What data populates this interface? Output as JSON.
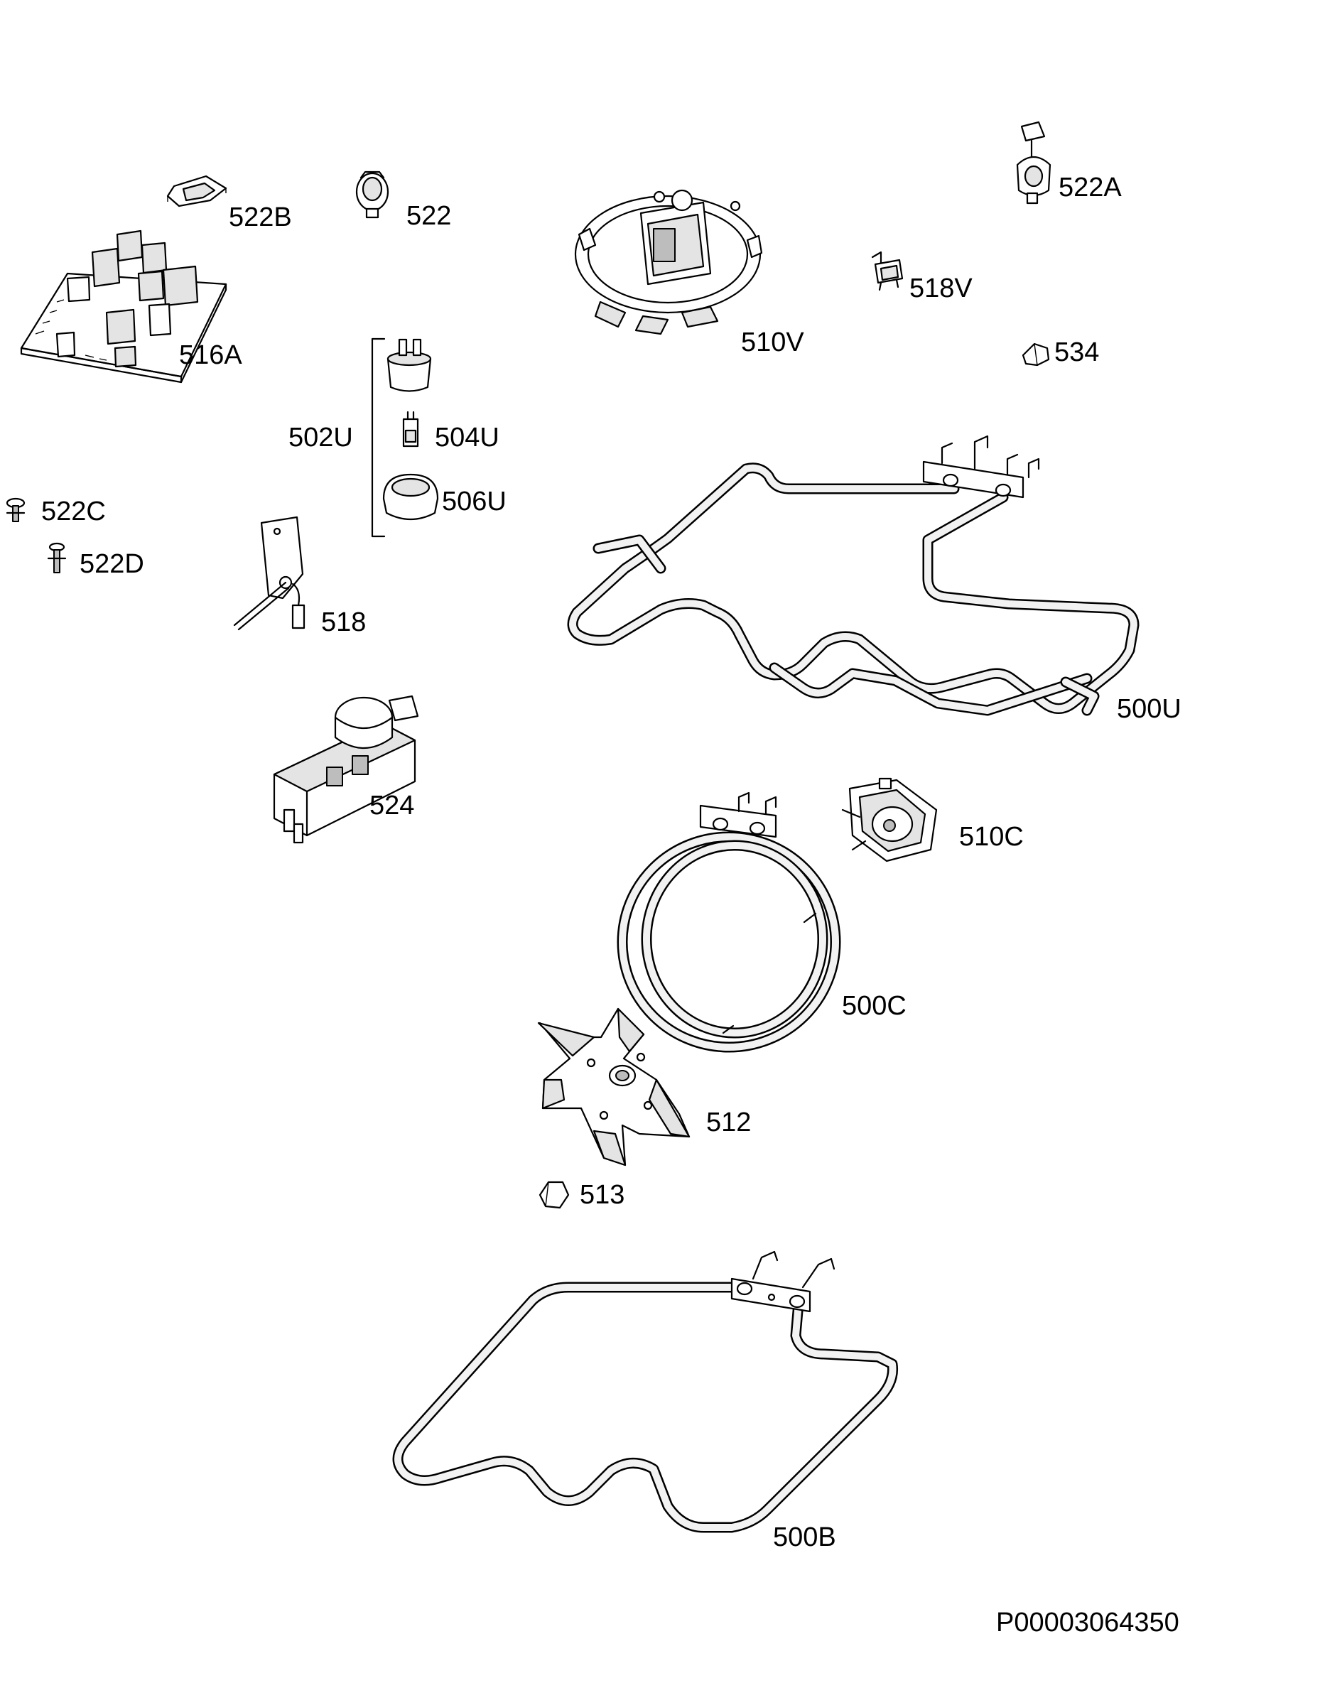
{
  "diagram": {
    "parts": [
      {
        "id": "522B",
        "label": "522B",
        "icon": "bracket-plate-icon"
      },
      {
        "id": "522",
        "label": "522",
        "icon": "lamp-holder-clip-icon"
      },
      {
        "id": "516A",
        "label": "516A",
        "icon": "circuit-board-icon"
      },
      {
        "id": "510V",
        "label": "510V",
        "icon": "fan-motor-icon"
      },
      {
        "id": "522A",
        "label": "522A",
        "icon": "sensor-clip-icon"
      },
      {
        "id": "518V",
        "label": "518V",
        "icon": "thermostat-clip-icon"
      },
      {
        "id": "534",
        "label": "534",
        "icon": "nut-icon"
      },
      {
        "id": "502U",
        "label": "502U",
        "icon": "lamp-assembly-bracket-icon"
      },
      {
        "id": "504U",
        "label": "504U",
        "icon": "bulb-icon"
      },
      {
        "id": "506U",
        "label": "506U",
        "icon": "lamp-glass-icon"
      },
      {
        "id": "522C",
        "label": "522C",
        "icon": "screw-icon"
      },
      {
        "id": "522D",
        "label": "522D",
        "icon": "screw-icon"
      },
      {
        "id": "518",
        "label": "518",
        "icon": "temperature-sensor-icon"
      },
      {
        "id": "500U",
        "label": "500U",
        "icon": "upper-heating-element-icon"
      },
      {
        "id": "524",
        "label": "524",
        "icon": "door-lock-icon"
      },
      {
        "id": "510C",
        "label": "510C",
        "icon": "convection-motor-icon"
      },
      {
        "id": "500C",
        "label": "500C",
        "icon": "circular-heating-element-icon"
      },
      {
        "id": "512",
        "label": "512",
        "icon": "fan-blade-icon"
      },
      {
        "id": "513",
        "label": "513",
        "icon": "nut-icon"
      },
      {
        "id": "500B",
        "label": "500B",
        "icon": "bottom-heating-element-icon"
      }
    ],
    "reference": "P00003064350"
  }
}
